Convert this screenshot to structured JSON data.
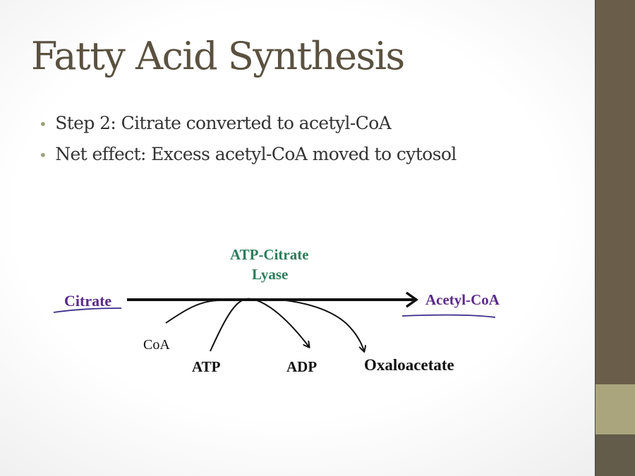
{
  "slide": {
    "title": "Fatty Acid Synthesis",
    "bullets": [
      "Step 2: Citrate converted to acetyl-CoA",
      "Net effect: Excess acetyl-CoA moved to cytosol"
    ]
  },
  "diagram": {
    "enzyme_line1": "ATP-Citrate",
    "enzyme_line2": "Lyase",
    "substrate": "Citrate",
    "product": "Acetyl-CoA",
    "inputs": [
      "CoA",
      "ATP"
    ],
    "outputs": [
      "ADP",
      "Oxaloacetate"
    ],
    "colors": {
      "enzyme": "#2e7d5b",
      "metabolite": "#5b2a8c",
      "annotation": "#3a2d8a",
      "sidebar": "#6a5d49",
      "sidebar_band": "#aaa57c"
    }
  }
}
